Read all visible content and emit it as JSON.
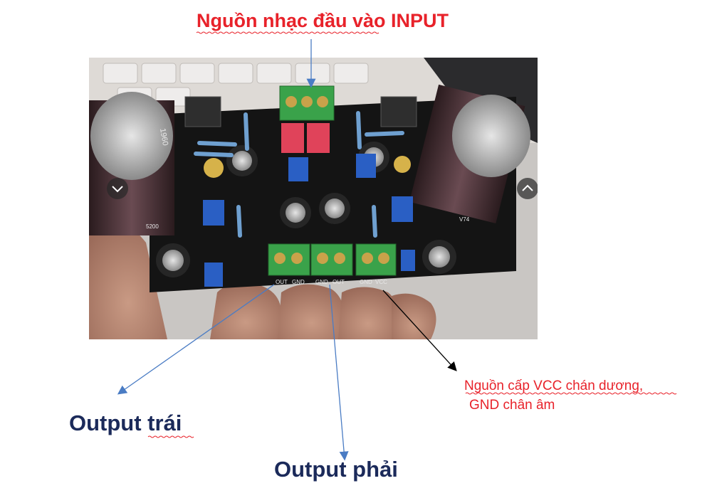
{
  "labels": {
    "input_title": "Nguồn nhạc đầu vào INPUT",
    "output_left": "Output trái",
    "output_right": "Output phải",
    "vcc_line1": "Nguồn cấp VCC chán dương,",
    "vcc_line2": "GND chân âm"
  },
  "board": {
    "terminal_labels": [
      "OUT",
      "GND",
      "GND",
      "OUT",
      "GND",
      "VCC"
    ],
    "corner_labels": [
      "5200",
      "1960",
      "V74"
    ]
  },
  "colors": {
    "title_red": "#e8222a",
    "output_navy": "#1b2a5a",
    "arrow_blue": "#4a7cc4",
    "arrow_black": "#000000",
    "pcb_black": "#141414",
    "terminal_green": "#3aa24a"
  }
}
